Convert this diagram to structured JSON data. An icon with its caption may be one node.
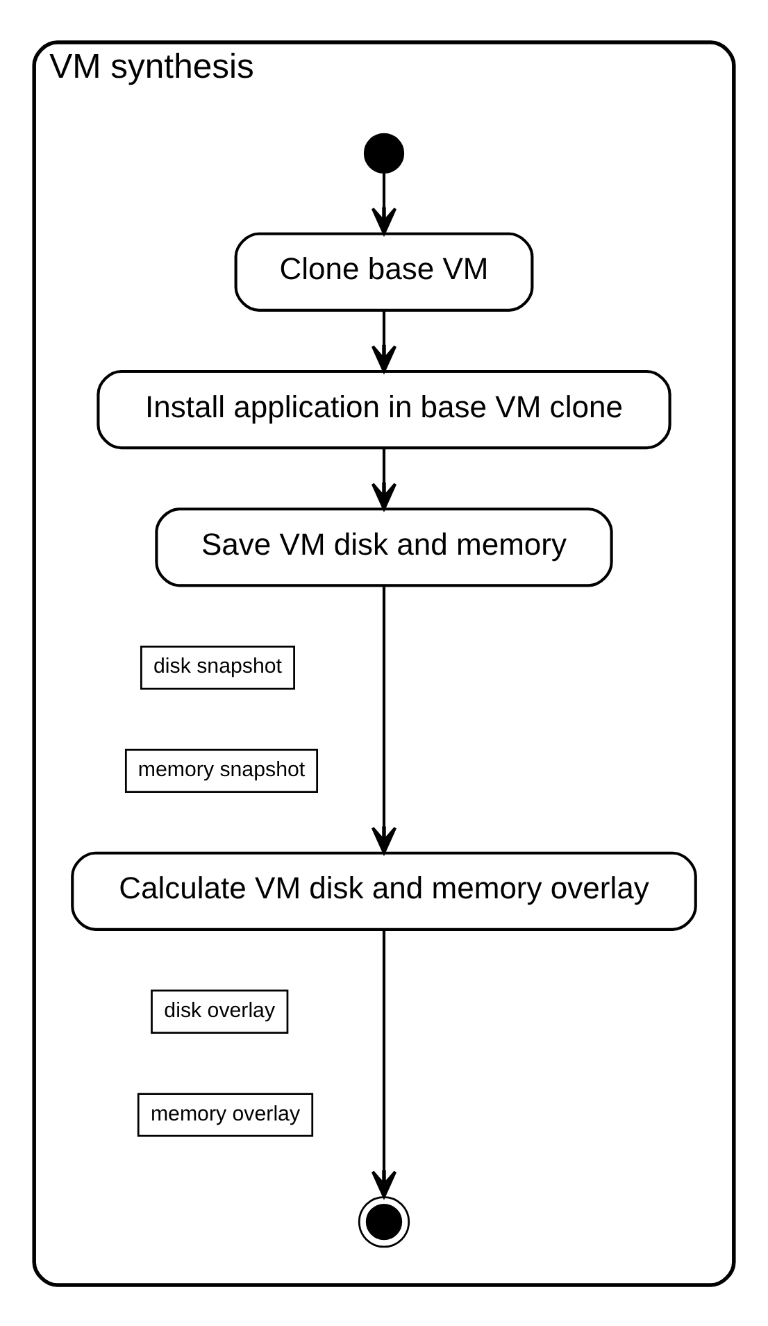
{
  "diagram": {
    "nodes": [
      {
        "text": [
          "VM synthesis"
        ]
      },
      {
        "text": [],
        "shape": "circle",
        "in": 0
      },
      {
        "text": [
          "Clone base VM"
        ],
        "in": 0
      },
      {
        "text": [
          "Install application in base VM clone"
        ],
        "in": 0
      },
      {
        "text": [
          "Save VM disk and memory"
        ],
        "in": 0
      },
      {
        "text": [
          "disk snapshot"
        ],
        "in": 0
      },
      {
        "text": [
          "memory snapshot"
        ],
        "in": 0
      },
      {
        "text": [
          "Calculate VM disk and memory overlay"
        ],
        "in": 0
      },
      {
        "text": [
          "disk overlay"
        ],
        "in": 0
      },
      {
        "text": [
          "memory overlay"
        ],
        "in": 0
      },
      {
        "text": [],
        "shape": "circle",
        "in": 0
      }
    ],
    "edges": [
      {
        "from": 1,
        "to": 2,
        "arrow": "to"
      },
      {
        "from": 2,
        "to": 3,
        "arrow": "to"
      },
      {
        "from": 3,
        "to": 4,
        "arrow": "to"
      },
      {
        "from": 4,
        "to": 7,
        "arrow": "to"
      },
      {
        "from": 7,
        "to": 10,
        "arrow": "to"
      }
    ]
  }
}
